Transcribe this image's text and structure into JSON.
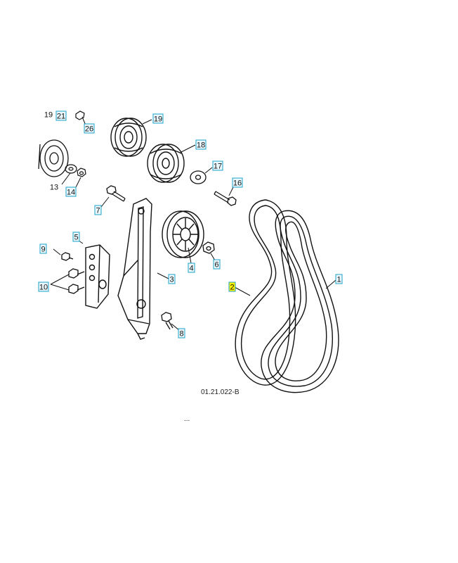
{
  "diagram": {
    "drawing_id": "01.21.022-B",
    "footer_fragment": "...",
    "colors": {
      "callout_border": "#1ea0c8",
      "callout_fill": "#eaf7fc",
      "highlight": "#fff200",
      "line": "#111111"
    },
    "callouts": [
      {
        "id": "p19a",
        "text": "19"
      },
      {
        "id": "p21",
        "text": "21"
      },
      {
        "id": "p26",
        "text": "26"
      },
      {
        "id": "p19",
        "text": "19"
      },
      {
        "id": "p18",
        "text": "18"
      },
      {
        "id": "p17",
        "text": "17"
      },
      {
        "id": "p13",
        "text": "13"
      },
      {
        "id": "p14",
        "text": "14"
      },
      {
        "id": "p16",
        "text": "16"
      },
      {
        "id": "p7",
        "text": "7"
      },
      {
        "id": "p5",
        "text": "5"
      },
      {
        "id": "p9",
        "text": "9"
      },
      {
        "id": "p4",
        "text": "4"
      },
      {
        "id": "p6",
        "text": "6"
      },
      {
        "id": "p3",
        "text": "3"
      },
      {
        "id": "p10",
        "text": "10"
      },
      {
        "id": "p1",
        "text": "1"
      },
      {
        "id": "p2",
        "text": "2"
      },
      {
        "id": "p8",
        "text": "8"
      }
    ]
  }
}
